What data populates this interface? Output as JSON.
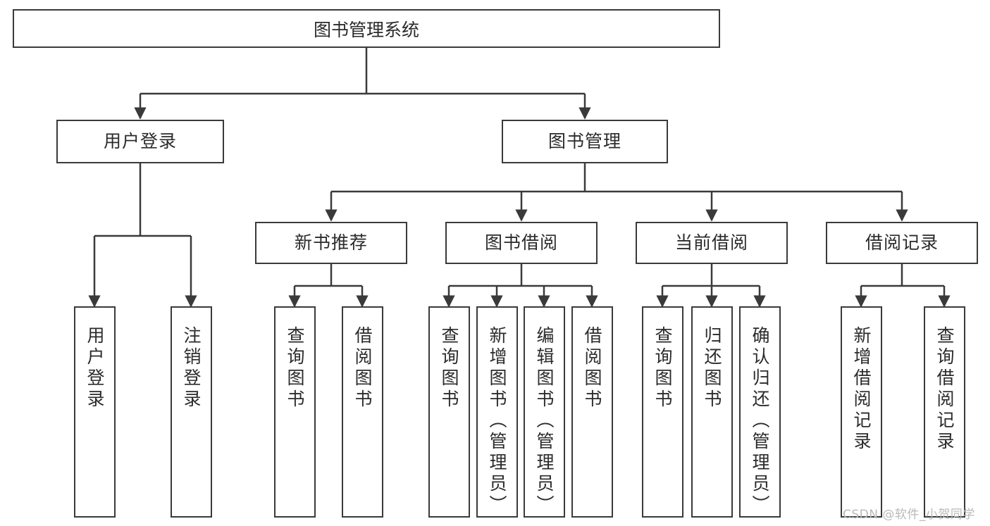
{
  "diagram": {
    "title": "图书管理系统",
    "type": "tree-hierarchy-chart",
    "root": {
      "label": "图书管理系统"
    },
    "level2": [
      {
        "label": "用户登录"
      },
      {
        "label": "图书管理"
      }
    ],
    "level3": [
      {
        "label": "新书推荐"
      },
      {
        "label": "图书借阅"
      },
      {
        "label": "当前借阅"
      },
      {
        "label": "借阅记录"
      }
    ],
    "leaves": {
      "user_login": [
        {
          "label": "用户登录"
        },
        {
          "label": "注销登录"
        }
      ],
      "new_book": [
        {
          "label": "查询图书"
        },
        {
          "label": "借阅图书"
        }
      ],
      "book_borrow": [
        {
          "label": "查询图书"
        },
        {
          "label": "新增图书（管理员）"
        },
        {
          "label": "编辑图书（管理员）"
        },
        {
          "label": "借阅图书"
        }
      ],
      "current_borrow": [
        {
          "label": "查询图书"
        },
        {
          "label": "归还图书"
        },
        {
          "label": "确认归还（管理员）"
        }
      ],
      "borrow_record": [
        {
          "label": "新增借阅记录"
        },
        {
          "label": "查询借阅记录"
        }
      ]
    }
  },
  "watermark": {
    "text": "CSDN @软件_小贺同学"
  },
  "colors": {
    "stroke": "#3a3a3a",
    "text": "#2b2b2b",
    "background": "#ffffff",
    "watermark": "#b9b9b9"
  }
}
